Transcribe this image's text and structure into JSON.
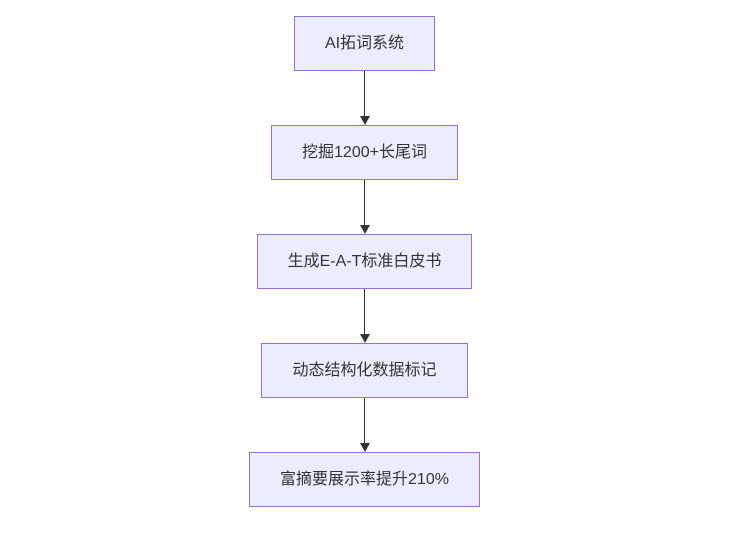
{
  "diagram": {
    "type": "flowchart",
    "direction": "top-down",
    "style": {
      "node_fill": "#ececff",
      "node_border": "#9370db",
      "text_color": "#333333",
      "arrow_color": "#333333",
      "background": "#ffffff"
    },
    "nodes": [
      {
        "id": "n1",
        "label": "AI拓词系统"
      },
      {
        "id": "n2",
        "label": "挖掘1200+长尾词"
      },
      {
        "id": "n3",
        "label": "生成E-A-T标准白皮书"
      },
      {
        "id": "n4",
        "label": "动态结构化数据标记"
      },
      {
        "id": "n5",
        "label": "富摘要展示率提升210%"
      }
    ],
    "edges": [
      {
        "from": "n1",
        "to": "n2"
      },
      {
        "from": "n2",
        "to": "n3"
      },
      {
        "from": "n3",
        "to": "n4"
      },
      {
        "from": "n4",
        "to": "n5"
      }
    ]
  }
}
